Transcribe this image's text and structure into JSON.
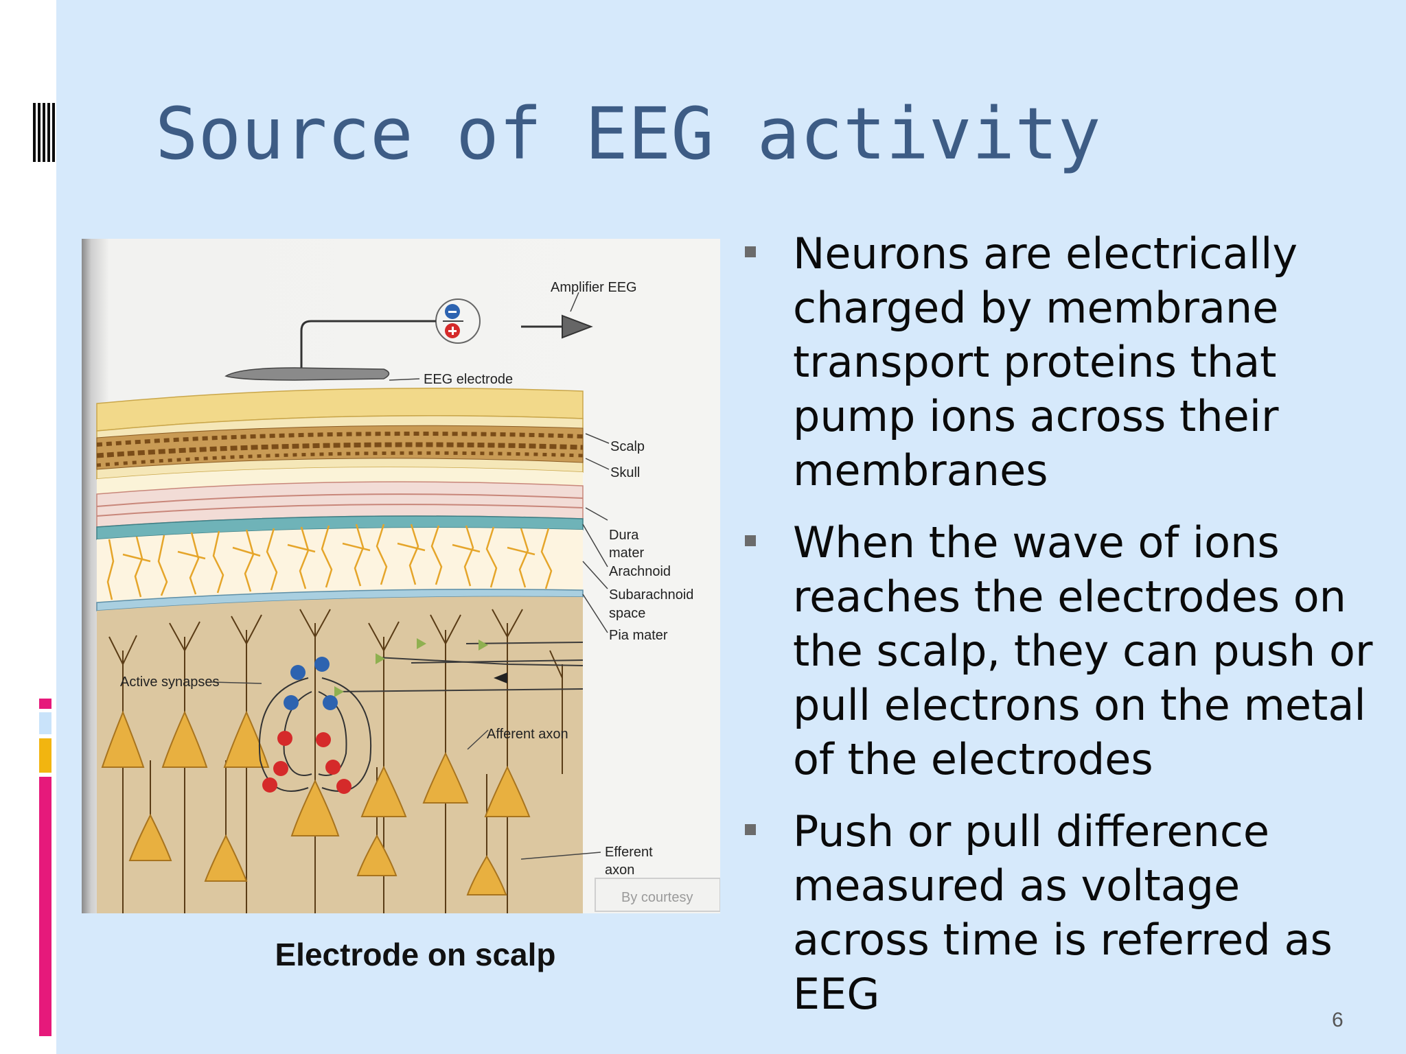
{
  "slide": {
    "title": "Source of EEG activity",
    "page_number": "6",
    "caption": "Electrode on scalp"
  },
  "figure": {
    "labels": {
      "amplifier": "Amplifier EEG",
      "electrode": "EEG electrode",
      "scalp": "Scalp",
      "skull": "Skull",
      "dura_1": "Dura",
      "dura_2": "mater",
      "arachnoid": "Arachnoid",
      "subarachnoid_1": "Subarachnoid",
      "subarachnoid_2": "space",
      "pia": "Pia mater",
      "synapses": "Active synapses",
      "afferent": "Afferent axon",
      "efferent_1": "Efferent",
      "efferent_2": "axon",
      "courtesy": "By courtesy"
    }
  },
  "bullets": [
    "Neurons are electrically charged by membrane transport proteins that pump ions across their membranes",
    "When the wave of ions reaches the electrodes on the scalp, they can push or pull electrons on the metal of the electrodes",
    "Push or pull difference measured as voltage across time is referred as EEG"
  ],
  "colors": {
    "background": "#d6e9fb",
    "title": "#3d5c85",
    "accent_pink": "#e6197b",
    "accent_orange": "#f2b510"
  }
}
